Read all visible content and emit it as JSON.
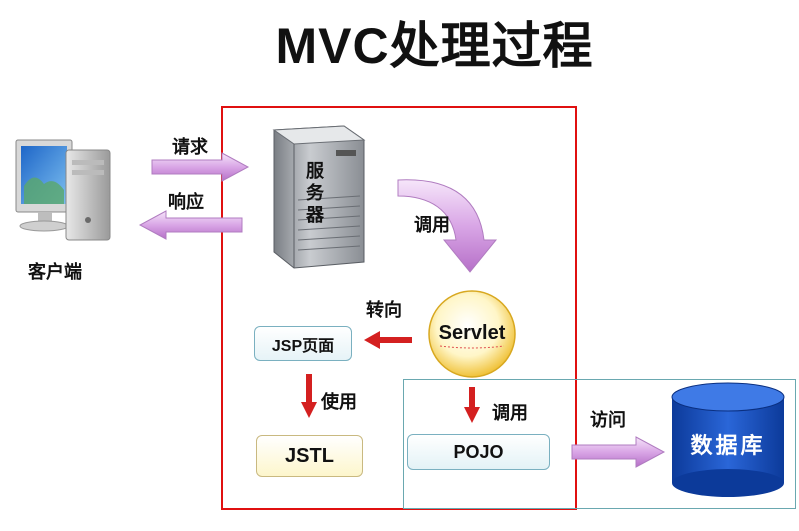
{
  "title": "MVC处理过程",
  "labels": {
    "request": "请求",
    "response": "响应",
    "client": "客户端",
    "server_chars": [
      "服",
      "务",
      "器"
    ],
    "invoke_top": "调用",
    "forward": "转向",
    "use": "使用",
    "invoke_bottom": "调用",
    "access": "访问"
  },
  "nodes": {
    "jsp": "JSP页面",
    "servlet": "Servlet",
    "jstl": "JSTL",
    "pojo": "POJO",
    "database": "数据库"
  },
  "colors": {
    "frame_red": "#e01010",
    "frame_teal": "#6aa8b0",
    "arrow_purple": "#c98ad6",
    "arrow_red": "#d42020",
    "db_blue": "#1d4fbf"
  }
}
